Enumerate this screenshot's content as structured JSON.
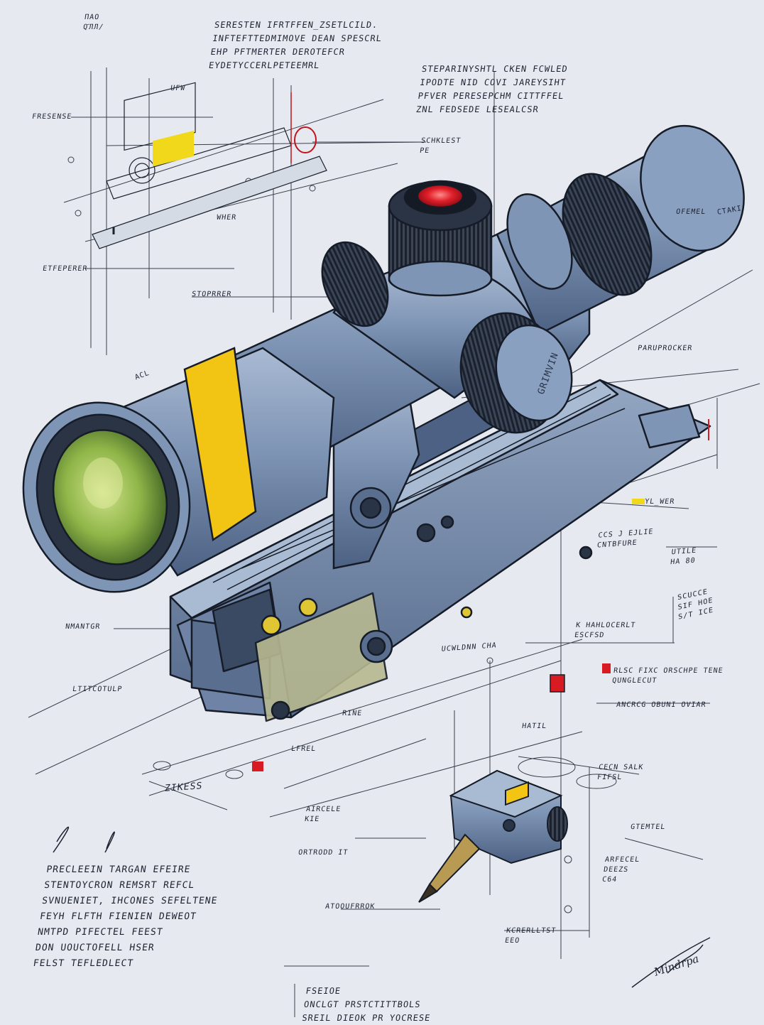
{
  "palette": {
    "paper": "#e6eaf0",
    "ink": "#1b2230",
    "scope_body": "#7f95b5",
    "scope_shadow": "#4c6183",
    "accent_yellow": "#f2c414",
    "accent_red": "#d81a22",
    "lens_green": "#8fb548"
  },
  "icons": {
    "main_object": "rifle-scope-icon",
    "mount": "picatinny-rail-mount-icon",
    "detail_object": "laser-module-icon",
    "turret_cap": "red-turret-cap-icon"
  },
  "notes": {
    "corner_mark": "ПАО\nQ҄ЛЛ/",
    "header_block": "SERESTEN IFRTFFEN_ZSETLCILD.\nINFTEFTTEDMIMOVE DEAN SPESCRL\nEHP PFTMERTER DEROTEFCR\nEYDETYCCERLPETEEMRL",
    "right_header": "STEPARINYSHTL CKEN FCWLED\nIPODTE NID COVI JAREYSIHT\nPFVER PERESEPCHM CITTFFEL\nZNL FEDSEDE LESEALCSR",
    "label_frecense": "FRESENSE",
    "label_etfeperer": "ETFEPERER",
    "label_stoprrer": "STOPRRER",
    "label_wher": "WHER",
    "label_schklest": "SCHKLEST\nPE",
    "label_ufw": "UFW",
    "label_ofemel": "OFEMEL",
    "label_paruprocker": "PARUPROCKER",
    "label_yellow_bar": "YL_WER",
    "label_cntbfure": "CCS J EJLIE\nCNTBFURE",
    "label_utile": "UTILE\nHA 80",
    "label_right_stack": "SCUCCE\nSIF HOE\nS/T ICE",
    "label_kahlocer": "K HAHLOCERLT\nESCFSD",
    "label_uldann": "UCWLDNN CHA",
    "label_nmantgr": "NMANTGR",
    "label_ltitcolp": "LTITCOTULP",
    "label_rine": "RINE",
    "label_lfre": "LFREL",
    "label_dimension": "ZIKESS",
    "label_uathile": "AIRCELE\nKIE",
    "label_hatil": "HATIL",
    "label_rlsc_fix": "RLSC FIXC ORSCHPE TENE\nQUNGLECUT",
    "label_ancrcg": "ANCRCG OBUNI OVIAR",
    "label_cecn_salk": "CECN SALK\nFIFSL",
    "label_gtemtel": "GTEMTEL",
    "label_ortrons": "ORTRODD IT",
    "label_arfecel": "ARFECEL\nDEEZS\nC64",
    "label_atoouprok": "ATOOUFRROK",
    "label_kcrerlltst": "KCRERLLTST\nEEO",
    "bottom_left_block": "PRECLEEIN TARGAN EFEIRE\nSTENTOYCRON REMSRT REFCL\nSVNUENIET, IHCONES SEFELTENE\nFEYH FLFTH FIENIEN DEWEOT\nNMTPD PIFECTEL FEEST\nDON UOUCTOFELL HSER\nFELST TEFLEDLECT",
    "bottom_center_block": "FSEIOE\nONCLGT PRSTCTITTBOLS\nSREIL DIEOK PR YOCRESE",
    "scope_brand": "GRIMVIN",
    "eyepiece_mark": "CTAKI",
    "tube_mark": "ACL",
    "signature": "Mindrpa"
  }
}
